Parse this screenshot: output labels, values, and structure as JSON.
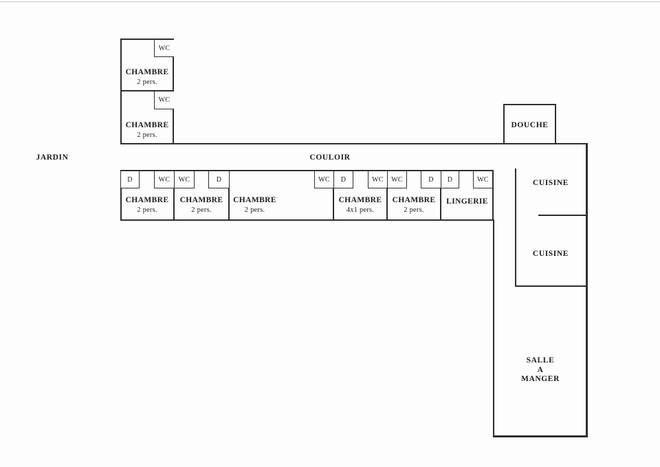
{
  "plan": {
    "background": "#fdfdfd",
    "wall_color": "#2e2e2e",
    "text_color": "#1c1c1c"
  },
  "exterior": {
    "garden_label": "JARDIN"
  },
  "corridor": {
    "label": "COULOIR"
  },
  "top_wing": {
    "rooms": [
      {
        "name": "CHAMBRE",
        "capacity": "2 pers.",
        "wc_label": "WC"
      },
      {
        "name": "CHAMBRE",
        "capacity": "2 pers.",
        "wc_label": "WC"
      }
    ]
  },
  "shower_room": {
    "name": "DOUCHE"
  },
  "main_row": {
    "rooms": [
      {
        "name": "CHAMBRE",
        "capacity": "2 pers.",
        "boxes": [
          {
            "kind": "door",
            "label": "D"
          },
          {
            "kind": "wc",
            "label": "WC"
          }
        ]
      },
      {
        "name": "CHAMBRE",
        "capacity": "2 pers.",
        "boxes": [
          {
            "kind": "wc",
            "label": "WC"
          },
          {
            "kind": "door",
            "label": "D"
          }
        ]
      },
      {
        "name": "CHAMBRE",
        "capacity": "2 pers.",
        "boxes": [
          {
            "kind": "wc",
            "label": "WC"
          }
        ]
      },
      {
        "name": "CHAMBRE",
        "capacity": "4x1 pers.",
        "boxes": [
          {
            "kind": "door",
            "label": "D"
          },
          {
            "kind": "wc",
            "label": "WC"
          }
        ]
      },
      {
        "name": "CHAMBRE",
        "capacity": "2 pers.",
        "boxes": [
          {
            "kind": "wc",
            "label": "WC"
          },
          {
            "kind": "door",
            "label": "D"
          }
        ]
      },
      {
        "name": "LINGERIE",
        "capacity": "",
        "boxes": [
          {
            "kind": "door",
            "label": "D"
          },
          {
            "kind": "wc",
            "label": "WC"
          }
        ]
      }
    ]
  },
  "right_wing": {
    "kitchen_upper": "CUISINE",
    "kitchen_lower": "CUISINE",
    "dining_room": "SALLE\nA\nMANGER"
  }
}
